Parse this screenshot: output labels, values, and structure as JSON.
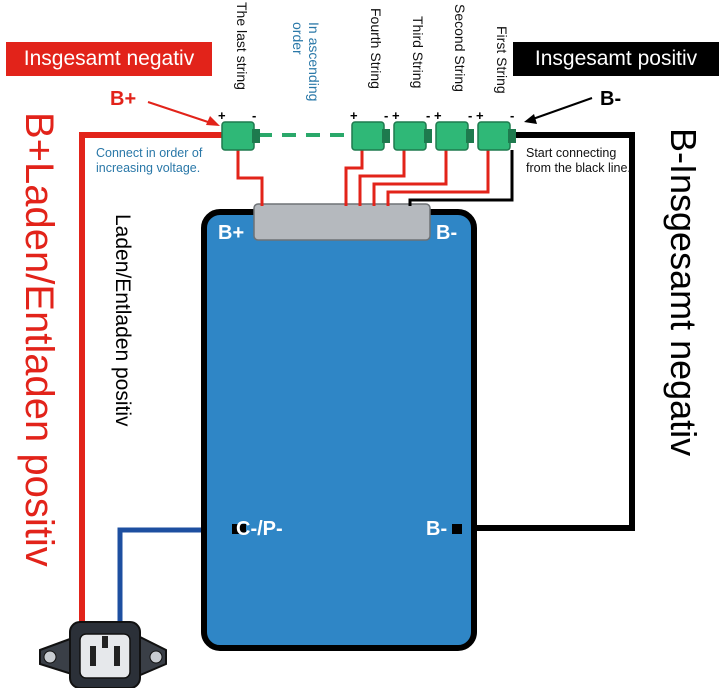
{
  "labels": {
    "total_negative": "Insgesamt negativ",
    "total_positive": "Insgesamt positiv",
    "bplus_top": "B+",
    "bminus_top": "B-",
    "ascending_order": "In ascending order",
    "connect_order_note": "Connect in order of increasing voltage.",
    "start_black_note": "Start connecting from the black line.",
    "charge_positive_large": "B+Laden/Entladen positiv",
    "charge_positive_small": "Laden/Entladen positiv",
    "b_minus_total_negative": "B-Insgesamt negativ"
  },
  "strings": [
    {
      "label": "The last string"
    },
    {
      "label": "Fourth String"
    },
    {
      "label": "Third String"
    },
    {
      "label": "Second String"
    },
    {
      "label": "First String"
    }
  ],
  "board": {
    "bplus": "B+",
    "bminus_top": "B-",
    "c_p_minus": "C-/P-",
    "bminus_bottom": "B-"
  },
  "connector_polarity": {
    "plus": "+",
    "minus": "-"
  },
  "colors": {
    "red": "#e2231a",
    "black": "#000000",
    "board_blue": "#2f86c6",
    "connector_green": "#2fb877",
    "dashed_green": "#2aa86a",
    "wire_blue": "#1d4fa0"
  }
}
